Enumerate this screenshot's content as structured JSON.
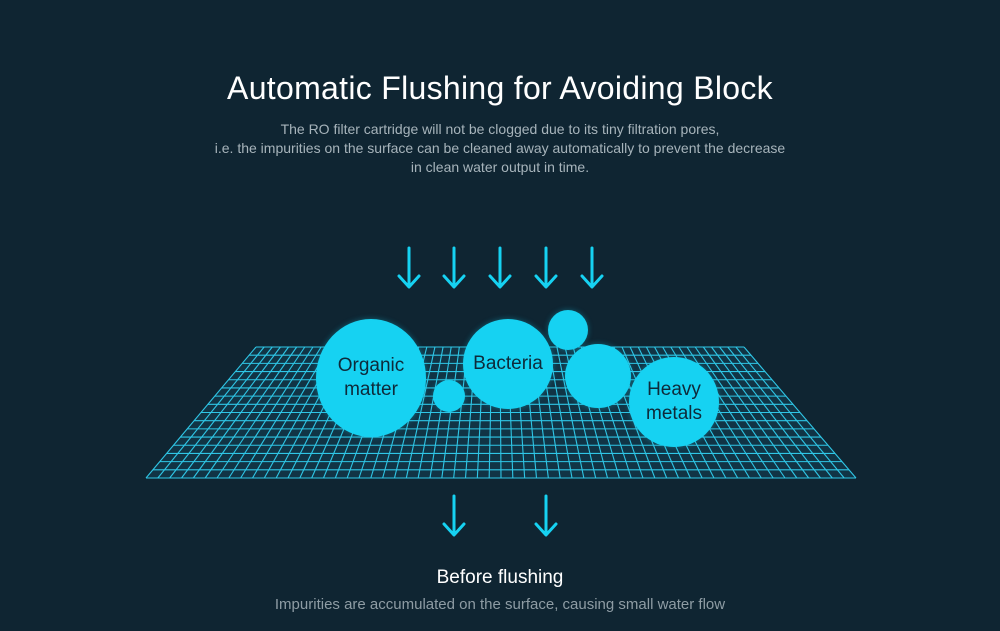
{
  "header": {
    "title": "Automatic Flushing for Avoiding Block",
    "description_lines": [
      "The RO filter cartridge will not be clogged due to its tiny filtration pores,",
      "i.e. the impurities on the surface can be cleaned away automatically to prevent the decrease",
      "in clean water output in time."
    ]
  },
  "illustration": {
    "accent_color": "#16d2f2",
    "grid_color": "#2fc6e6",
    "background_color": "#0f2532",
    "bubbles": {
      "organic": [
        "Organic",
        "matter"
      ],
      "bacteria": [
        "Bacteria"
      ],
      "heavy": [
        "Heavy",
        "metals"
      ]
    },
    "icons": {
      "top_arrows": "arrow-down-icon",
      "bottom_arrows": "arrow-down-icon"
    }
  },
  "caption": {
    "title": "Before flushing",
    "text": "Impurities are accumulated on the surface, causing small water flow"
  }
}
